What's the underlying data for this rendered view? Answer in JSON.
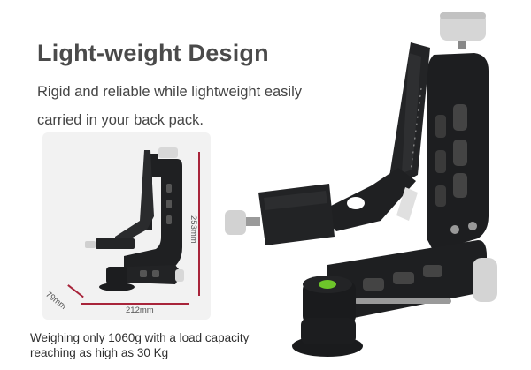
{
  "header": {
    "title": "Light-weight Design",
    "subtitle": "Rigid and reliable while lightweight easily carried in your back pack."
  },
  "inset": {
    "dimensions": {
      "height": "253mm",
      "width": "212mm",
      "depth": "79mm"
    },
    "line_color": "#a8243a",
    "background": "#f2f2f2"
  },
  "caption": "Weighing only 1060g with a load capacity reaching as high as 30 Kg",
  "product": {
    "name": "gimbal-tripod-head",
    "body_color": "#1e1f21",
    "knob_color": "#d9d9d9",
    "bubble_level_color": "#6dc42a"
  }
}
